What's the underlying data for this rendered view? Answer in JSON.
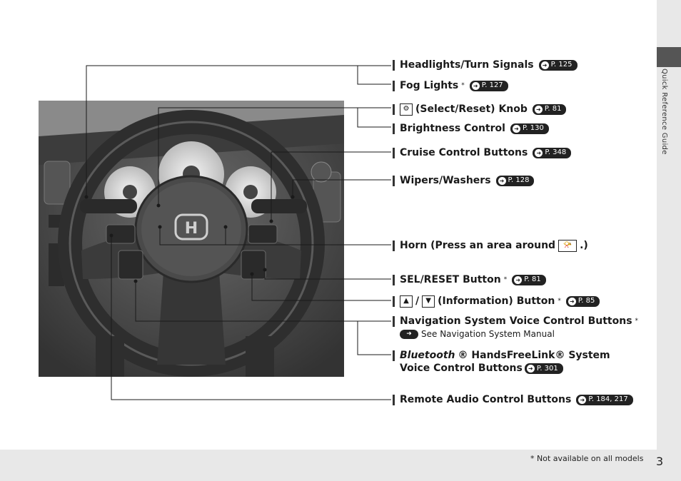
{
  "side_tab": {
    "label": "Quick Reference Guide"
  },
  "page_number": "3",
  "footnote": "* Not available on all models",
  "callouts": [
    {
      "text": "Headlights/Turn Signals",
      "ref": "P. 125",
      "asterisk": false
    },
    {
      "text": "Fog Lights",
      "ref": "P. 127",
      "asterisk": true
    },
    {
      "text": "(Select/Reset) Knob",
      "ref": "P. 81",
      "asterisk": false
    },
    {
      "text": "Brightness Control",
      "ref": "P. 130",
      "asterisk": false
    },
    {
      "text": "Cruise Control Buttons",
      "ref": "P. 348",
      "asterisk": false
    },
    {
      "text": "Wipers/Washers",
      "ref": "P. 128",
      "asterisk": false
    },
    {
      "text_before": "Horn (Press an area around",
      "text_after": ".)"
    },
    {
      "text": "SEL/RESET Button",
      "ref": "P. 81",
      "asterisk": true
    },
    {
      "text_sep": "/",
      "text": "(Information) Button",
      "ref": "P. 85",
      "asterisk": true
    },
    {
      "text": "Navigation System Voice Control Buttons",
      "asterisk": true,
      "sub": "See Navigation System Manual"
    },
    {
      "text_italic": "Bluetooth",
      "text": "® HandsFreeLink® System",
      "line2": "Voice Control Buttons",
      "ref": "P. 301"
    },
    {
      "text": "Remote Audio Control Buttons",
      "ref": "P. 184, 217"
    }
  ],
  "photo": {
    "logo": "H"
  }
}
